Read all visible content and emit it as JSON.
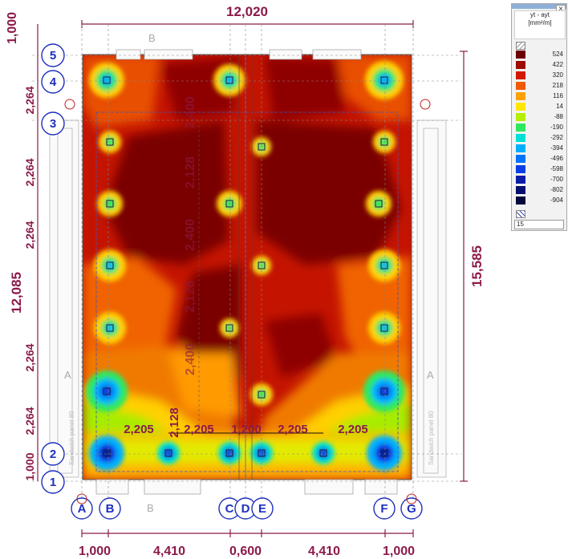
{
  "dimensions": {
    "top": "12,020",
    "right": "15,585",
    "left_outer": "12,085",
    "left_segments": [
      "1,000",
      "2,264",
      "2,264",
      "2,264",
      "2,264",
      "2,264",
      "1,000"
    ],
    "bottom": [
      "1,000",
      "4,410",
      "0,600",
      "4,410",
      "1,000"
    ],
    "bay_spans": [
      "2,205",
      "2,205",
      "1,200",
      "2,205",
      "2,205"
    ],
    "bay_height": "2,128",
    "inner_vertical": [
      "2,400",
      "2,128",
      "2,400",
      "2,128",
      "2,400"
    ]
  },
  "grid_rows": [
    "5",
    "4",
    "3",
    "2",
    "1"
  ],
  "grid_cols": [
    "A",
    "B",
    "C",
    "D",
    "E",
    "F",
    "G"
  ],
  "drawing_labels": {
    "section_marks": [
      "B",
      "B",
      "A",
      "A"
    ],
    "side_text": [
      "Sandwich panel 80",
      "Sandwich panel 80"
    ]
  },
  "legend": {
    "title": "yt - ayt",
    "unit": "[mm²/m]",
    "entries": [
      {
        "value": "524",
        "color": "#6b0000"
      },
      {
        "value": "422",
        "color": "#9e0a00"
      },
      {
        "value": "320",
        "color": "#d31800"
      },
      {
        "value": "218",
        "color": "#f05a00"
      },
      {
        "value": "116",
        "color": "#ffa200"
      },
      {
        "value": "14",
        "color": "#ffe600"
      },
      {
        "value": "-88",
        "color": "#b4ee00"
      },
      {
        "value": "-190",
        "color": "#2ee860"
      },
      {
        "value": "-292",
        "color": "#00e0d6"
      },
      {
        "value": "-394",
        "color": "#00b0ff"
      },
      {
        "value": "-496",
        "color": "#0074ff"
      },
      {
        "value": "-598",
        "color": "#0a3ee6"
      },
      {
        "value": "-700",
        "color": "#0a1ca8"
      },
      {
        "value": "-802",
        "color": "#061070"
      },
      {
        "value": "-904",
        "color": "#03083c"
      }
    ],
    "input_value": "15"
  },
  "colors": {
    "dimension": "#8b1a4a",
    "axis": "#1e2fbf",
    "max": "#7a0000"
  }
}
